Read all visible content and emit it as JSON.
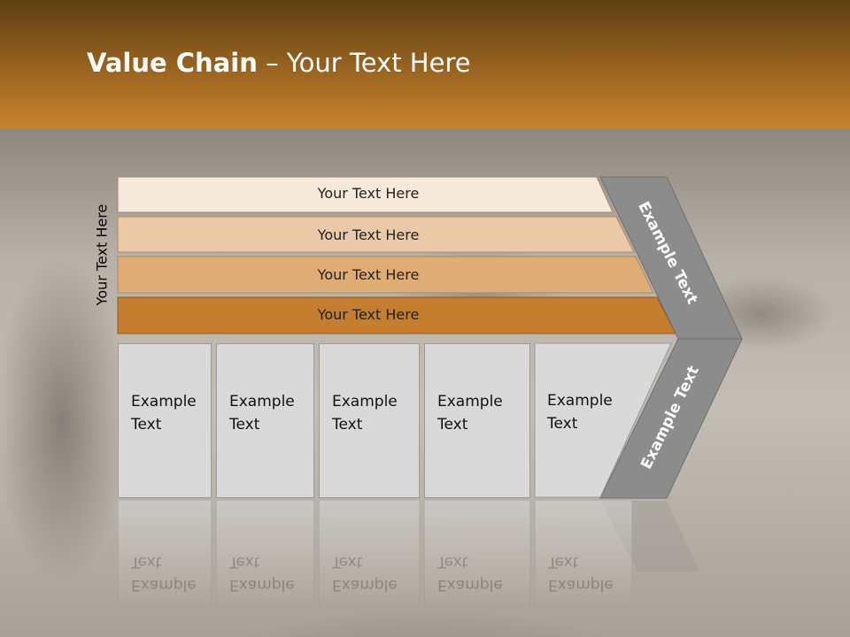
{
  "title": {
    "bold": "Value Chain",
    "rest": " – Your Text Here"
  },
  "side_label": "Your Text Here",
  "bars": [
    {
      "label": "Your Text Here",
      "color": "#f6e9db"
    },
    {
      "label": "Your Text Here",
      "color": "#ecc9a6"
    },
    {
      "label": "Your Text Here",
      "color": "#e0ac76"
    },
    {
      "label": "Your Text Here",
      "color": "#c57d2e"
    }
  ],
  "cards": [
    {
      "line1": "Example",
      "line2": "Text"
    },
    {
      "line1": "Example",
      "line2": "Text"
    },
    {
      "line1": "Example",
      "line2": "Text"
    },
    {
      "line1": "Example",
      "line2": "Text"
    },
    {
      "line1": "Example",
      "line2": "Text"
    }
  ],
  "chevron": {
    "upper_label": "Example Text",
    "lower_label": "Example Text",
    "color": "#8c8c8c"
  },
  "colors": {
    "header_dark": "#5e3f12",
    "header_light": "#c8832e",
    "card": "#d9d9d9"
  }
}
